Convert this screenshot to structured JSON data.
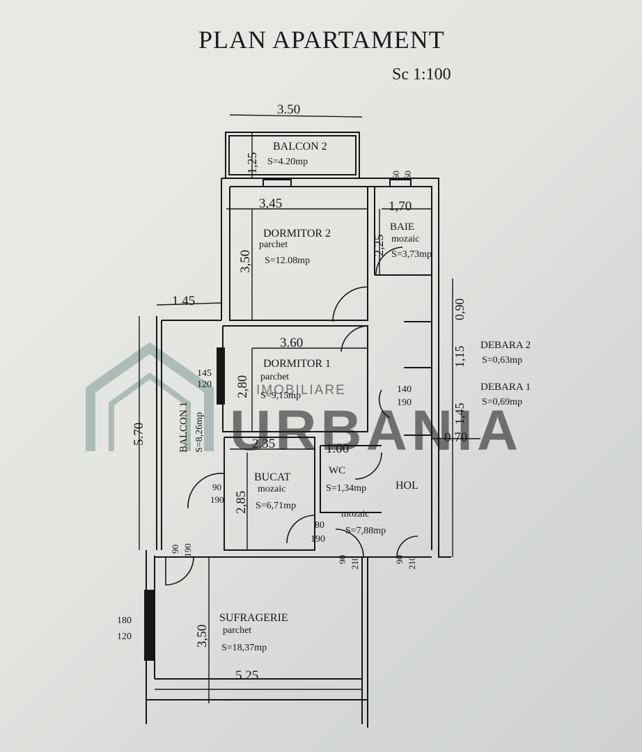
{
  "header": {
    "title": "PLAN APARTAMENT",
    "scale": "Sc 1:100"
  },
  "rooms": {
    "balcon2": {
      "name": "BALCON 2",
      "area": "S=4.20mp"
    },
    "dormitor2": {
      "name": "DORMITOR 2",
      "floor": "parchet",
      "area": "S=12.08mp"
    },
    "baie": {
      "name": "BAIE",
      "floor": "mozaic",
      "area": "S=3,73mp"
    },
    "debara2": {
      "name": "DEBARA 2",
      "area": "S=0,63mp"
    },
    "debara1": {
      "name": "DEBARA 1",
      "area": "S=0,69mp"
    },
    "dormitor1": {
      "name": "DORMITOR 1",
      "floor": "parchet",
      "area": "S=9,15mp"
    },
    "balcon1": {
      "name": "BALCON 1",
      "area": "S=8,26mp"
    },
    "bucat": {
      "name": "BUCAT",
      "floor": "mozaic",
      "area": "S=6,71mp"
    },
    "wc": {
      "name": "WC",
      "area": "S=1,34mp"
    },
    "hol": {
      "name": "HOL",
      "floor": "mozaic",
      "area": "S=7,88mp"
    },
    "sufragerie": {
      "name": "SUFRAGERIE",
      "floor": "parchet",
      "area": "S=18,37mp"
    }
  },
  "dimensions": {
    "d350_top": "3.50",
    "d125": "1,25",
    "d60a": "60",
    "d60b": "60",
    "d345": "3,45",
    "d170": "1,70",
    "d225": "2,25",
    "d350_dorm2": "3,50",
    "d145": "1.45",
    "d090": "0,90",
    "d360": "3.60",
    "d115": "1,15",
    "d145w": "145",
    "d120w": "120",
    "d280": "2,80",
    "d140": "140",
    "d190a": "190",
    "d145b": "1,45",
    "d570": "5.70",
    "d235": "2.35",
    "d100": "1.00",
    "d070": "0.70",
    "d90a": "90",
    "d190b": "190",
    "d285": "2,85",
    "d80": "80",
    "d190c": "190",
    "d90c": "90",
    "d190d": "190",
    "d90d": "90",
    "d210a": "210",
    "d90e": "90",
    "d210b": "210",
    "d180": "180",
    "d120b": "120",
    "d350_suf": "3,50",
    "d525": "5.25"
  },
  "watermark": {
    "small": "IMOBILIARE",
    "big": "URBANIA",
    "color": "#7f9a96"
  },
  "colors": {
    "ink": "#161616",
    "paper": "#e6e8e4"
  }
}
